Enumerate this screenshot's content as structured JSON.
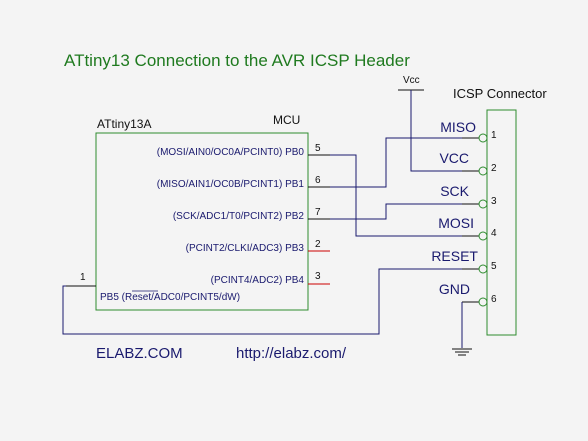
{
  "title": "ATtiny13 Connection to the AVR ICSP Header",
  "vcc_label": "Vcc",
  "icsp": {
    "title": "ICSP Connector",
    "pins": [
      {
        "label": "MISO",
        "num": "1"
      },
      {
        "label": "VCC",
        "num": "2"
      },
      {
        "label": "SCK",
        "num": "3"
      },
      {
        "label": "MOSI",
        "num": "4"
      },
      {
        "label": "RESET",
        "num": "5"
      },
      {
        "label": "GND",
        "num": "6"
      }
    ]
  },
  "mcu": {
    "part": "ATtiny13A",
    "role": "MCU",
    "pins": [
      {
        "label": "(MOSI/AIN0/OC0A/PCINT0) PB0",
        "num": "5"
      },
      {
        "label": "(MISO/AIN1/OC0B/PCINT1) PB1",
        "num": "6"
      },
      {
        "label": "(SCK/ADC1/T0/PCINT2) PB2",
        "num": "7"
      },
      {
        "label": "(PCINT2/CLKI/ADC3) PB3",
        "num": "2"
      },
      {
        "label": "(PCINT4/ADC2) PB4",
        "num": "3"
      }
    ],
    "pb5_label": "PB5 (Reset/ADC0/PCINT5/dW)",
    "pb5_num": "1"
  },
  "footer": {
    "brand": "ELABZ.COM",
    "url": "http://elabz.com/"
  },
  "colors": {
    "title": "#1f7a1f",
    "outline": "#2e8b2e",
    "wire": "#1a1a6e"
  }
}
